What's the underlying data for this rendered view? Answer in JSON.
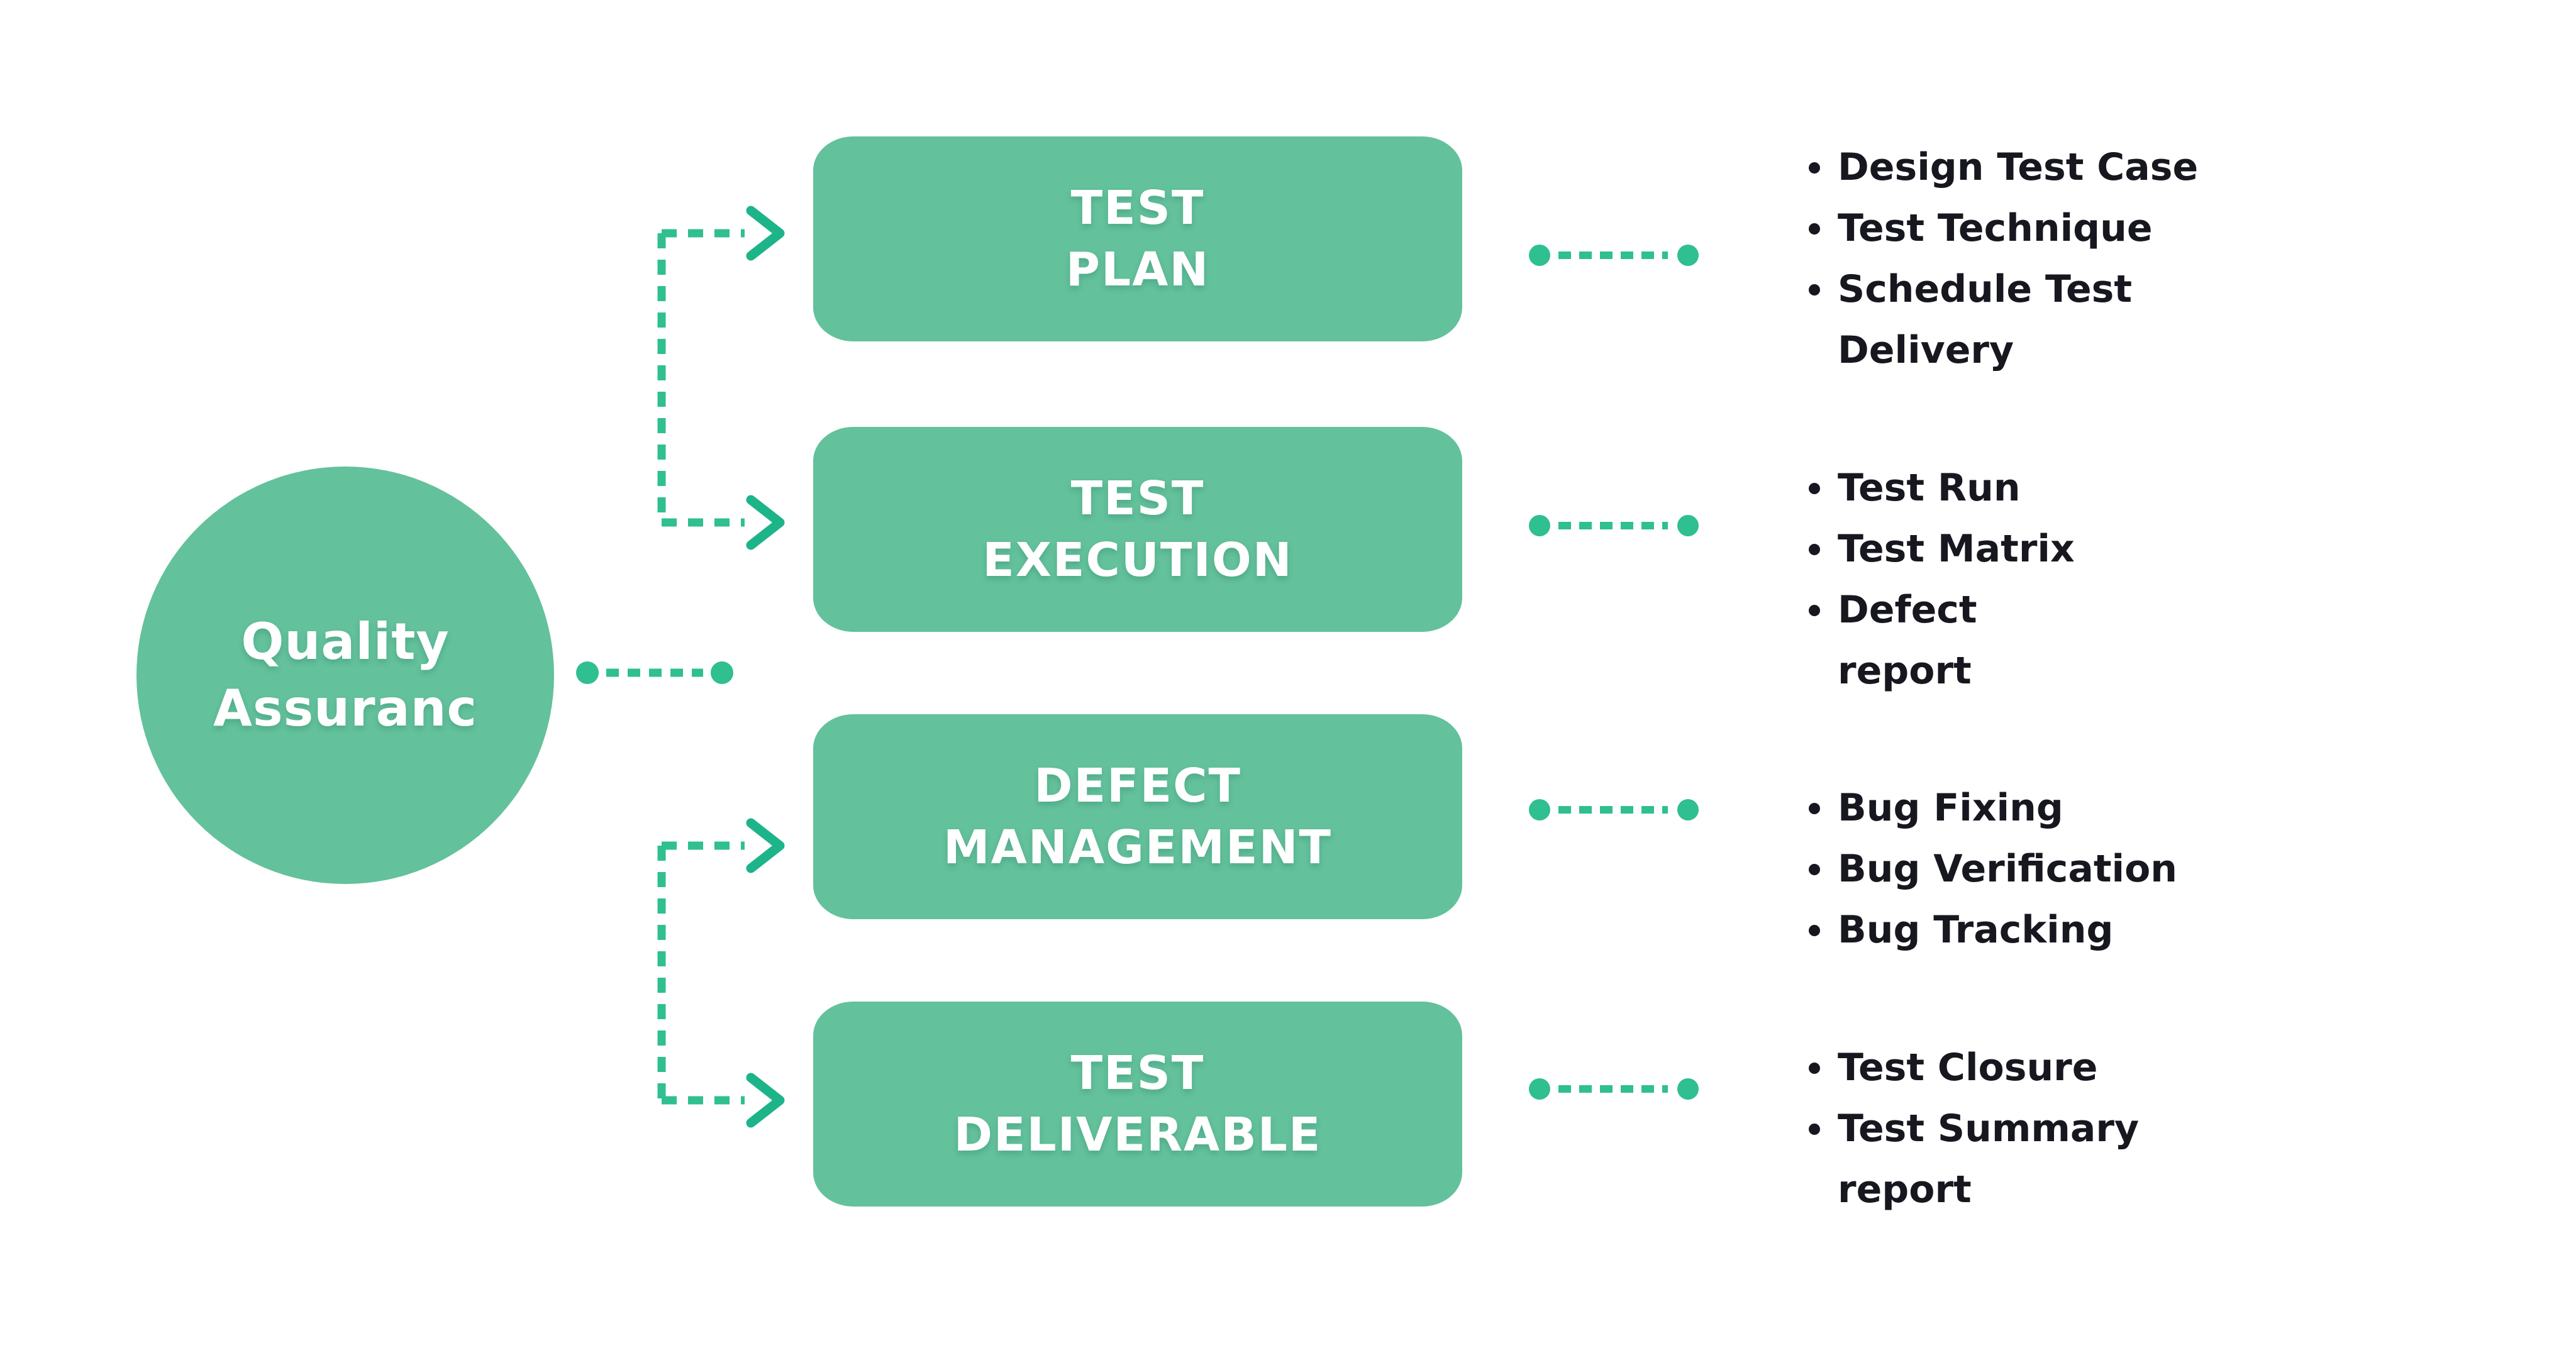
{
  "colors": {
    "node-fill": "#63c19c",
    "dash": "#2fbf90",
    "chevron": "#1db489",
    "box-text": "#ffffff",
    "item-text": "#17171f",
    "background": "#ffffff"
  },
  "root": {
    "label": "Quality Assuranc"
  },
  "stages": [
    {
      "label_lines": [
        "TEST",
        "PLAN"
      ],
      "items": [
        "Design Test Case",
        "Test Technique",
        "Schedule Test\nDelivery"
      ]
    },
    {
      "label_lines": [
        "TEST",
        "EXECUTION"
      ],
      "items": [
        "Test Run",
        "Test Matrix",
        "Defect\nreport"
      ]
    },
    {
      "label_lines": [
        "DEFECT",
        "MANAGEMENT"
      ],
      "items": [
        "Bug Fixing",
        "Bug Verification",
        "Bug Tracking"
      ]
    },
    {
      "label_lines": [
        "TEST",
        "DELIVERABLE"
      ],
      "items": [
        "Test Closure",
        "Test Summary\nreport"
      ]
    }
  ],
  "icons": {
    "connector-dot": "filled-circle",
    "connector-dash": "dashed-line",
    "arrowhead": "chevron-right"
  }
}
